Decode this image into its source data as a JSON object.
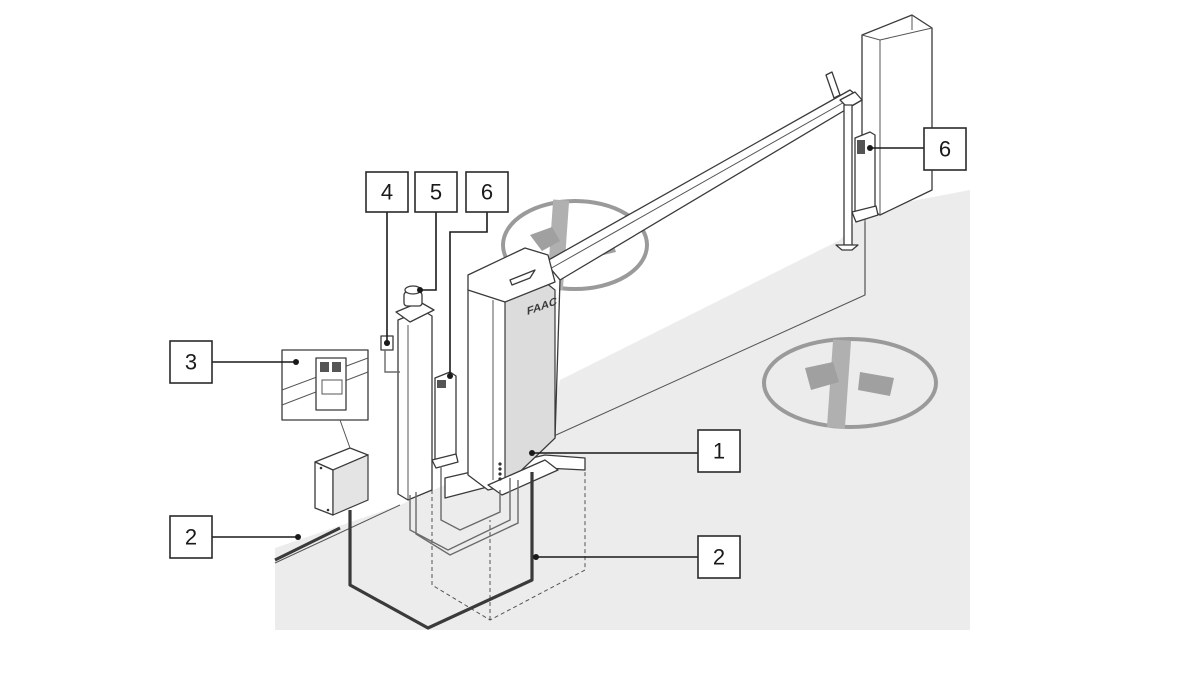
{
  "callouts": [
    {
      "id": "c1",
      "label": "1"
    },
    {
      "id": "c2a",
      "label": "2"
    },
    {
      "id": "c2b",
      "label": "2"
    },
    {
      "id": "c3",
      "label": "3"
    },
    {
      "id": "c4",
      "label": "4"
    },
    {
      "id": "c5",
      "label": "5"
    },
    {
      "id": "c6a",
      "label": "6"
    },
    {
      "id": "c6b",
      "label": "6"
    }
  ],
  "brand_logo_text": "FAAC",
  "colors": {
    "ground": "#ececec",
    "line": "#2a2a2a",
    "sign": "#9a9a9a",
    "cabinet_side": "#dcdcdc"
  }
}
